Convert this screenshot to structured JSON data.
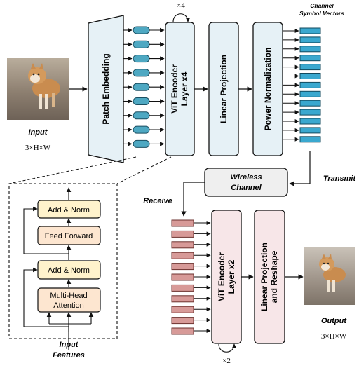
{
  "input": {
    "label": "Input",
    "dims": "3×H×W"
  },
  "output": {
    "label": "Output",
    "dims": "3×H×W"
  },
  "encoder": {
    "patch_embedding": "Patch Embedding",
    "vit_encoder": [
      "ViT Encoder",
      "Layer x4"
    ],
    "repeat": "×4",
    "linear_projection": "Linear Projection",
    "power_normalization": "Power Normalization",
    "symbols_title": [
      "Channel",
      "Symbol Vectors"
    ]
  },
  "channel": {
    "wireless": [
      "Wireless",
      "Channel"
    ],
    "transmit": "Transmit",
    "receive": "Receive"
  },
  "decoder": {
    "vit_encoder": [
      "ViT Encoder",
      "Layer x2"
    ],
    "repeat": "×2",
    "linear_reshape": [
      "Linear Projection",
      "and Reshape"
    ]
  },
  "block_detail": {
    "add_norm_top": "Add & Norm",
    "feed_forward": "Feed Forward",
    "add_norm_bottom": "Add & Norm",
    "attention": [
      "Multi-Head",
      "Attention"
    ],
    "input_features": [
      "Input",
      "Features"
    ]
  },
  "colors": {
    "block_fill": "#e6f1f6",
    "token_fill": "#4ea8c2",
    "symbol_fill": "#3aa8cf",
    "decoder_fill": "#f7e6e8",
    "decoder_token_fill": "#d79a98",
    "detail_fill": "#fde6d0",
    "addnorm_fill": "#fff3cc",
    "channel_fill": "#efefef"
  }
}
